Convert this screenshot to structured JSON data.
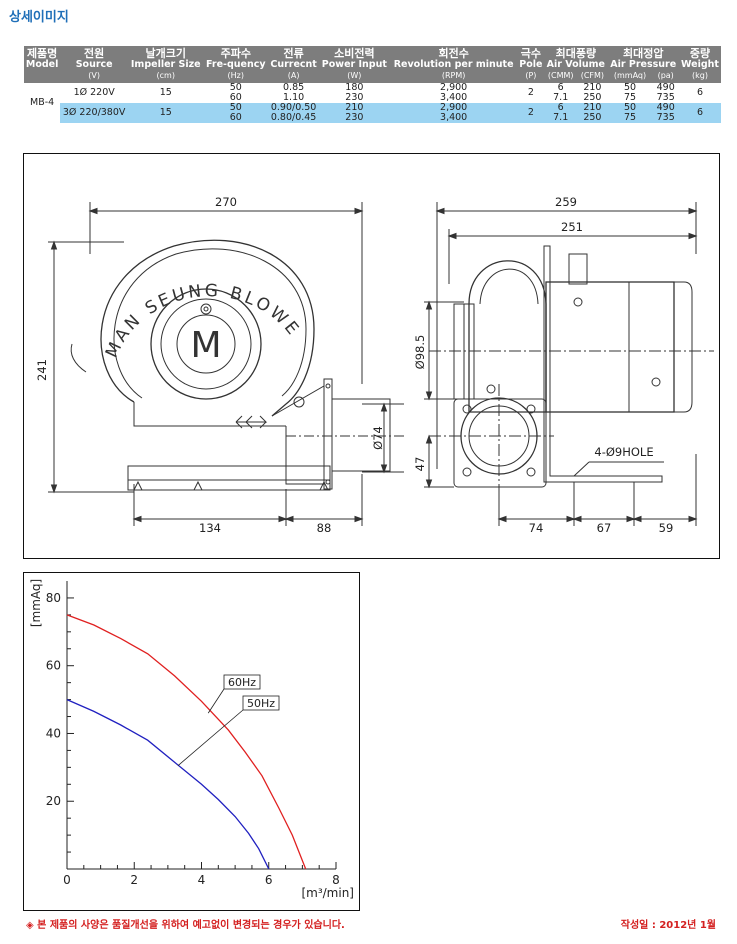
{
  "page_title": "상세이미지",
  "table": {
    "headers": [
      {
        "ko": "제품명",
        "en": "Model",
        "unit": ""
      },
      {
        "ko": "전원",
        "en": "Source",
        "unit": "(V)"
      },
      {
        "ko": "날개크기",
        "en": "Impeller Size",
        "unit": "(cm)"
      },
      {
        "ko": "주파수",
        "en": "Fre-quency",
        "unit": "(Hz)"
      },
      {
        "ko": "전류",
        "en": "Currecnt",
        "unit": "(A)"
      },
      {
        "ko": "소비전력",
        "en": "Power Input",
        "unit": "(W)"
      },
      {
        "ko": "회전수",
        "en": "Revolution per minute",
        "unit": "(RPM)"
      },
      {
        "ko": "극수",
        "en": "Pole",
        "unit": "(P)"
      },
      {
        "ko": "최대풍량",
        "en": "Air Volume",
        "unit": ""
      },
      {
        "ko": "최대정압",
        "en": "Air Pressure",
        "unit": ""
      },
      {
        "ko": "중량",
        "en": "Weight",
        "unit": "(kg)"
      }
    ],
    "sub_units": {
      "cmm": "(CMM)",
      "cfm": "(CFM)",
      "mmaq": "(mmAq)",
      "pa": "(pa)"
    },
    "model": "MB-4",
    "rows": [
      {
        "source": "1Ø 220V",
        "impeller": "15",
        "pole": "2",
        "weight": "6",
        "lines": [
          {
            "hz": "50",
            "amp": "0.85",
            "watt": "180",
            "rpm": "2,900",
            "cmm": "6",
            "cfm": "210",
            "mmaq": "50",
            "pa": "490"
          },
          {
            "hz": "60",
            "amp": "1.10",
            "watt": "230",
            "rpm": "3,400",
            "cmm": "7.1",
            "cfm": "250",
            "mmaq": "75",
            "pa": "735"
          }
        ]
      },
      {
        "source": "3Ø 220/380V",
        "impeller": "15",
        "pole": "2",
        "weight": "6",
        "lines": [
          {
            "hz": "50",
            "amp": "0.90/0.50",
            "watt": "210",
            "rpm": "2,900",
            "cmm": "6",
            "cfm": "210",
            "mmaq": "50",
            "pa": "490"
          },
          {
            "hz": "60",
            "amp": "0.80/0.45",
            "watt": "230",
            "rpm": "3,400",
            "cmm": "7.1",
            "cfm": "250",
            "mmaq": "75",
            "pa": "735"
          }
        ]
      }
    ]
  },
  "drawing": {
    "brand_text": "MAN SEUNG BLOWER",
    "logo_letter": "M",
    "dims": {
      "d270": "270",
      "d241": "241",
      "d134": "134",
      "d88": "88",
      "d74": "Ø74",
      "d259": "259",
      "d251": "251",
      "d985": "Ø98.5",
      "d47": "47",
      "d74b": "74",
      "d67": "67",
      "d59": "59",
      "hole": "4-Ø9HOLE"
    }
  },
  "chart_data": {
    "type": "line",
    "ylabel": "[mmAq]",
    "xlabel": "[m³/min]",
    "xlim": [
      0,
      8
    ],
    "ylim": [
      0,
      85
    ],
    "x_ticks": [
      0,
      2,
      4,
      6,
      8
    ],
    "y_ticks": [
      20,
      40,
      60,
      80
    ],
    "series": [
      {
        "name": "60Hz",
        "color": "#e02020",
        "points": [
          [
            0,
            75
          ],
          [
            0.8,
            72
          ],
          [
            1.6,
            68
          ],
          [
            2.4,
            63.5
          ],
          [
            3.2,
            57
          ],
          [
            4,
            49.5
          ],
          [
            4.8,
            41
          ],
          [
            5.3,
            34.5
          ],
          [
            5.8,
            27.5
          ],
          [
            6.3,
            18
          ],
          [
            6.7,
            10
          ],
          [
            7.1,
            0
          ]
        ]
      },
      {
        "name": "50Hz",
        "color": "#2020c0",
        "points": [
          [
            0,
            50
          ],
          [
            0.8,
            46.5
          ],
          [
            1.6,
            42.5
          ],
          [
            2.4,
            38
          ],
          [
            3.2,
            31.5
          ],
          [
            4,
            25
          ],
          [
            4.5,
            20.5
          ],
          [
            5,
            15.5
          ],
          [
            5.4,
            10.5
          ],
          [
            5.7,
            6
          ],
          [
            6,
            0
          ]
        ]
      }
    ]
  },
  "footnote": "◈ 본 제품의 사양은 품질개선을 위하여 예고없이 변경되는 경우가 있습니다.",
  "created": "작성일 : 2012년 1월"
}
